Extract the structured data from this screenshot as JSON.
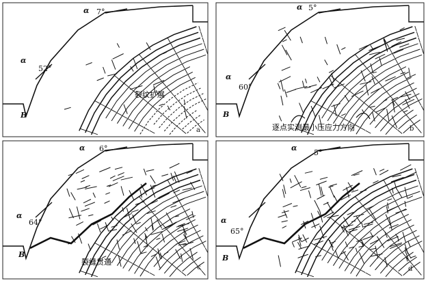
{
  "panels": [
    {
      "id": "a",
      "letter": "a",
      "top_angle": "7°",
      "left_angle": "52°",
      "alpha_symbol": "α",
      "base_symbol": "B",
      "caption": "裂纹扩展",
      "crack_density": 0.15,
      "throughgoing": false
    },
    {
      "id": "b",
      "letter": "b",
      "top_angle": "5°",
      "left_angle": "60°",
      "alpha_symbol": "α",
      "base_symbol": "B",
      "caption": "逐点实测最小压应力方向",
      "crack_density": 0.55,
      "throughgoing": false
    },
    {
      "id": "c",
      "letter": "c",
      "top_angle": "6°",
      "left_angle": "64°",
      "alpha_symbol": "α",
      "base_symbol": "B",
      "caption": "裂缝贯通",
      "crack_density": 0.8,
      "throughgoing": true
    },
    {
      "id": "d",
      "letter": "d",
      "top_angle": "5°",
      "left_angle": "65°",
      "alpha_symbol": "α",
      "base_symbol": "B",
      "caption": "",
      "crack_density": 0.95,
      "throughgoing": true
    }
  ],
  "colors": {
    "ink": "#111111",
    "frame": "#222222",
    "background": "#ffffff"
  }
}
